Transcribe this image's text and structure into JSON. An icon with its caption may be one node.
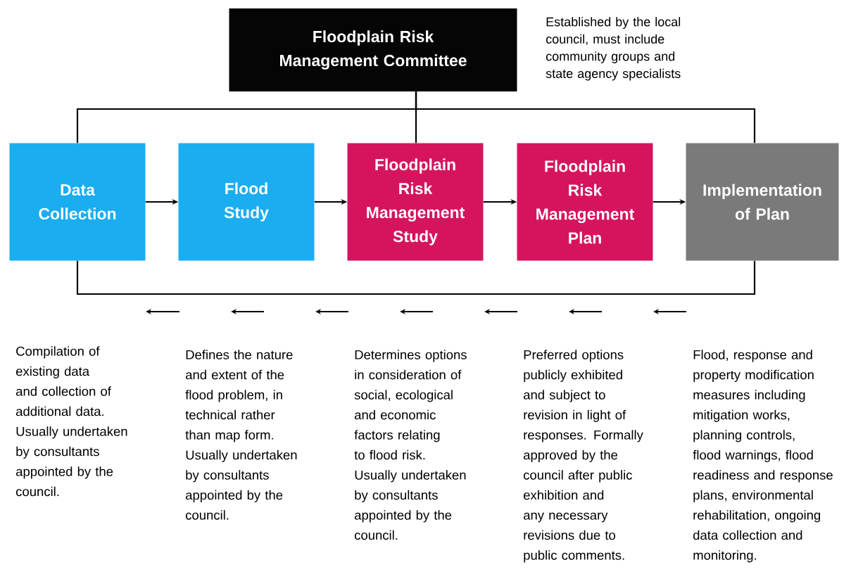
{
  "diagram": {
    "nodes": [
      {
        "text": [
          "Floodplain Risk Management Committee"
        ],
        "beside": [
          "Established by the local council, must include community groups and state agency specialists"
        ]
      },
      {
        "text": [
          "Data Collection"
        ]
      },
      {
        "text": [
          "Flood Study"
        ]
      },
      {
        "text": [
          "Floodplain Risk Management Study"
        ]
      },
      {
        "text": [
          "Floodplain Risk Management Plan"
        ]
      },
      {
        "text": [
          "Implementation of Plan"
        ]
      }
    ],
    "edges": [
      {
        "from": 1,
        "to": 2,
        "arrow": "to"
      },
      {
        "from": 2,
        "to": 3,
        "arrow": "to"
      },
      {
        "from": 3,
        "to": 4,
        "arrow": "to"
      },
      {
        "from": 4,
        "to": 5,
        "arrow": "to"
      },
      {
        "from": 0,
        "to": 1,
        "arrow": "none"
      },
      {
        "from": 0,
        "to": 3,
        "arrow": "none"
      },
      {
        "from": 0,
        "to": 5,
        "arrow": "none"
      },
      {
        "from": 5,
        "to": 1,
        "arrow": "none"
      }
    ],
    "labels": [
      "Compilation of existing data and collection of additional data. Usually undertaken by consultants appointed by the council.",
      "Defines the nature and extent of the flood problem, in technical rather than map form. Usually undertaken by consultants appointed by the council.",
      "Determines options in consideration of social, ecological and economic factors relating to flood risk.  Usually undertaken by consultants appointed by the council.",
      "Preferred options publicly exhibited and subject to revision in light of responses. Formally approved by the council after public exhibition and any necessary revisions due to public comments.",
      "Flood, response and property modification measures including mitigation works, planning controls, flood warnings, flood readiness and response plans, environmental rehabilitation, ongoing data collection and monitoring."
    ]
  }
}
